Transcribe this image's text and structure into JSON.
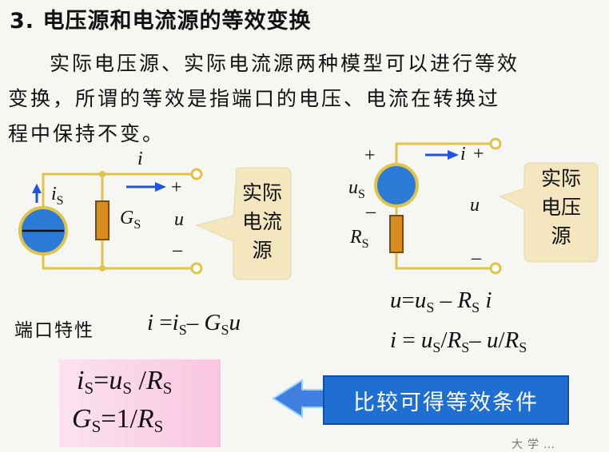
{
  "title": "3. 电压源和电流源的等效变换",
  "paragraph": {
    "line1": "实际电压源、实际电流源两种模型可以进行等效",
    "line2": "变换，所谓的等效是指端口的电压、电流在转换过",
    "line3": "程中保持不变。"
  },
  "left_circuit": {
    "current_i": "i",
    "source_label_main": "i",
    "source_label_sub": "S",
    "conductance_main": "G",
    "conductance_sub": "S",
    "plus": "+",
    "minus": "–",
    "voltage_u": "u",
    "callout_line1": "实际",
    "callout_line2": "电流",
    "callout_line3": "源"
  },
  "right_circuit": {
    "plus_top": "+",
    "source_main": "u",
    "source_sub": "S",
    "minus_src": "–",
    "resistor_main": "R",
    "resistor_sub": "S",
    "current_i": "i",
    "plus_port": "+",
    "voltage_u": "u",
    "minus_port": "–",
    "callout_line1": "实际",
    "callout_line2": "电压",
    "callout_line3": "源"
  },
  "port_characteristic": {
    "label": "端口特性",
    "eq_lhs": "i",
    "eq_eq": "=",
    "eq_i": "i",
    "eq_sub1": "S",
    "eq_minus": "–",
    "eq_G": "G",
    "eq_sub2": "S",
    "eq_u": "u"
  },
  "right_equations": {
    "eq1": {
      "u": "u",
      "eq": "=",
      "u2": "u",
      "s1": "S",
      "minus": "–",
      "R": "R",
      "s2": "S",
      "i": "i"
    },
    "eq2": {
      "i": "i",
      "eq": "=",
      "u": "u",
      "s1": "S",
      "slash1": "/",
      "R": "R",
      "s2": "S",
      "minus": "–",
      "u2": "u",
      "slash2": "/",
      "R2": "R",
      "s3": "S"
    }
  },
  "conditions": {
    "c1": {
      "i": "i",
      "s1": "S",
      "eq": "=",
      "u": "u",
      "s2": "S",
      "slash": "/",
      "R": "R",
      "s3": "S"
    },
    "c2": {
      "G": "G",
      "s1": "S",
      "eq": "=",
      "one": "1",
      "slash": "/",
      "R": "R",
      "s2": "S"
    }
  },
  "compare_button": "比较可得等效条件",
  "footer_text": "大学…"
}
